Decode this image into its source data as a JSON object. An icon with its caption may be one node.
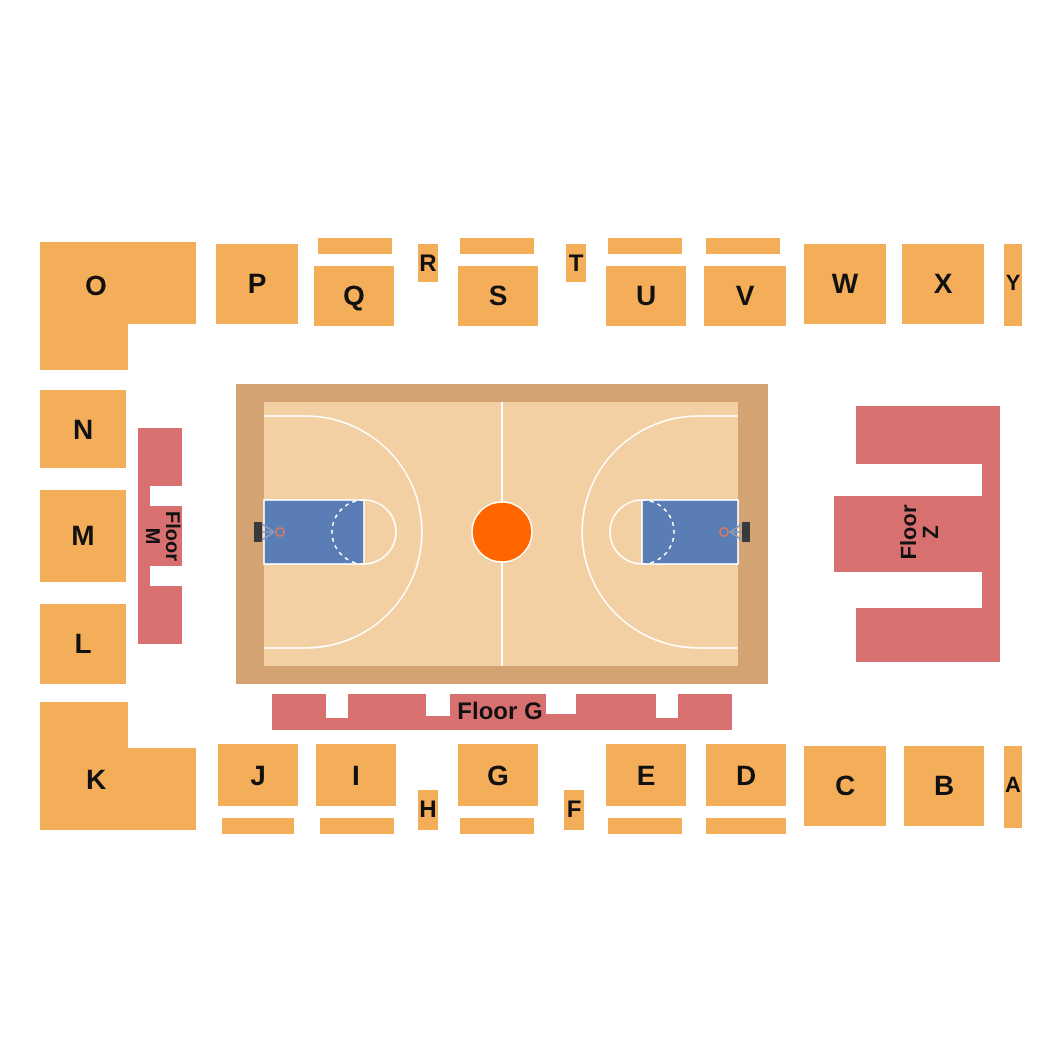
{
  "diagram": {
    "nodes": [
      {
        "text": [
          "O"
        ]
      },
      {
        "text": [
          "P"
        ]
      },
      {
        "text": [],
        "shape": "bar"
      },
      {
        "text": [
          "Q"
        ]
      },
      {
        "text": [
          "R"
        ]
      },
      {
        "text": [],
        "shape": "bar"
      },
      {
        "text": [
          "S"
        ]
      },
      {
        "text": [
          "T"
        ]
      },
      {
        "text": [],
        "shape": "bar"
      },
      {
        "text": [
          "U"
        ]
      },
      {
        "text": [],
        "shape": "bar"
      },
      {
        "text": [
          "V"
        ]
      },
      {
        "text": [
          "W"
        ]
      },
      {
        "text": [
          "X"
        ]
      },
      {
        "text": [
          "Y"
        ]
      },
      {
        "text": [
          "N"
        ]
      },
      {
        "text": [
          "M"
        ]
      },
      {
        "text": [
          "L"
        ]
      },
      {
        "text": [
          "Floor M"
        ]
      },
      {
        "text": [
          "Floor Z"
        ]
      },
      {
        "text": [
          "Floor G"
        ]
      },
      {
        "text": [
          "K"
        ]
      },
      {
        "text": [
          "J"
        ]
      },
      {
        "text": [
          "I"
        ]
      },
      {
        "text": [
          "H"
        ]
      },
      {
        "text": [
          "G"
        ]
      },
      {
        "text": [
          "F"
        ]
      },
      {
        "text": [
          "E"
        ]
      },
      {
        "text": [
          "D"
        ]
      },
      {
        "text": [
          "C"
        ]
      },
      {
        "text": [
          "B"
        ]
      },
      {
        "text": [
          "A"
        ]
      },
      {
        "text": [],
        "shape": "bar"
      },
      {
        "text": [],
        "shape": "bar"
      },
      {
        "text": [],
        "shape": "bar"
      },
      {
        "text": [],
        "shape": "bar"
      },
      {
        "text": [],
        "shape": "bar"
      }
    ]
  }
}
